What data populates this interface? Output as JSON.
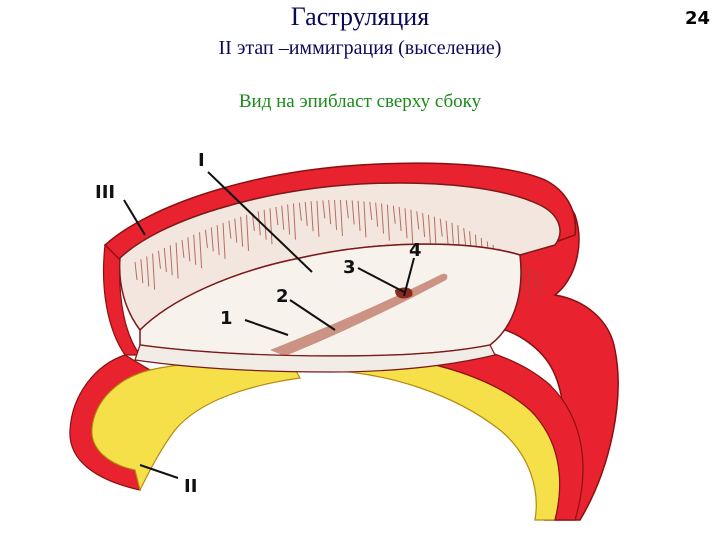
{
  "slide": {
    "title": "Гаструляция",
    "subtitle": "II этап –иммиграция (выселение)",
    "caption": "Вид на эпибласт сверху сбоку",
    "number": "24"
  },
  "diagram": {
    "labels": {
      "I": "I",
      "II": "II",
      "III": "III",
      "one": "1",
      "two": "2",
      "three": "3",
      "four": "4"
    },
    "colors": {
      "outer_layer": "#e8222e",
      "inner_yellow": "#f5e04a",
      "epiblast_surface": "#f7f2ec",
      "cell_texture": "#a0473a",
      "outline": "#7a1a1a"
    }
  }
}
